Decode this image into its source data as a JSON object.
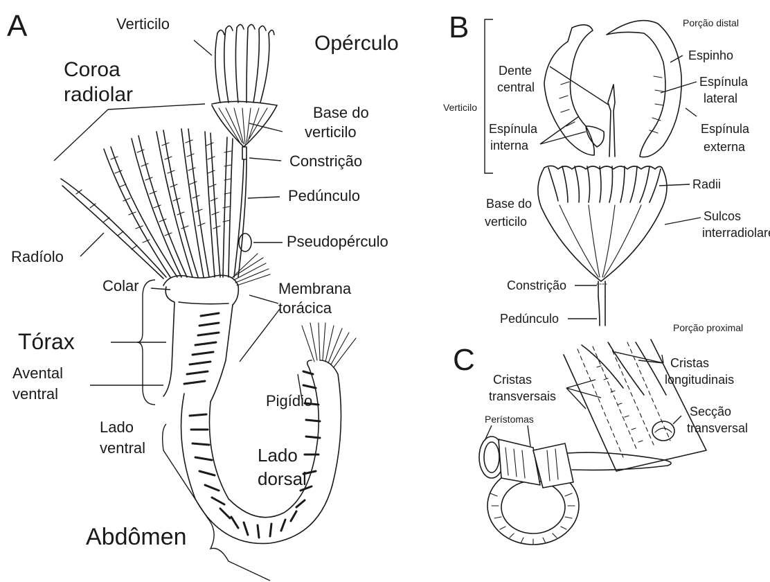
{
  "panel_a": {
    "letter": "A",
    "labels": {
      "verticilo": "Verticilo",
      "operculo": "Opérculo",
      "coroa_1": "Coroa",
      "coroa_2": "radiolar",
      "base_verticilo_1": "Base do",
      "base_verticilo_2": "verticilo",
      "constricao": "Constrição",
      "pedunculo": "Pedúnculo",
      "pseudoperculo": "Pseudopérculo",
      "radiolo": "Radíolo",
      "colar": "Colar",
      "membrana_1": "Membrana",
      "membrana_2": "torácica",
      "torax": "Tórax",
      "avental_1": "Avental",
      "avental_2": "ventral",
      "pigidio": "Pigídio",
      "lado_ventral_1": "Lado",
      "lado_ventral_2": "ventral",
      "lado_dorsal_1": "Lado",
      "lado_dorsal_2": "dorsal",
      "abdomen": "Abdômen"
    }
  },
  "panel_b": {
    "letter": "B",
    "labels": {
      "porcao_distal": "Porção distal",
      "dente_1": "Dente",
      "dente_2": "central",
      "espinho": "Espinho",
      "espinula_lateral_1": "Espínula",
      "espinula_lateral_2": "lateral",
      "verticilo": "Verticilo",
      "espinula_interna_1": "Espínula",
      "espinula_interna_2": "interna",
      "espinula_externa_1": "Espínula",
      "espinula_externa_2": "externa",
      "radii": "Radii",
      "base_1": "Base do",
      "base_2": "verticilo",
      "sulcos_1": "Sulcos",
      "sulcos_2": "interradiolares",
      "constricao": "Constrição",
      "pedunculo": "Pedúnculo",
      "porcao_proximal": "Porção proximal"
    }
  },
  "panel_c": {
    "letter": "C",
    "labels": {
      "cristas_long_1": "Cristas",
      "cristas_long_2": "longitudinais",
      "cristas_trans_1": "Cristas",
      "cristas_trans_2": "transversais",
      "peristomas": "Perístomas",
      "seccao_1": "Secção",
      "seccao_2": "transversal"
    }
  }
}
